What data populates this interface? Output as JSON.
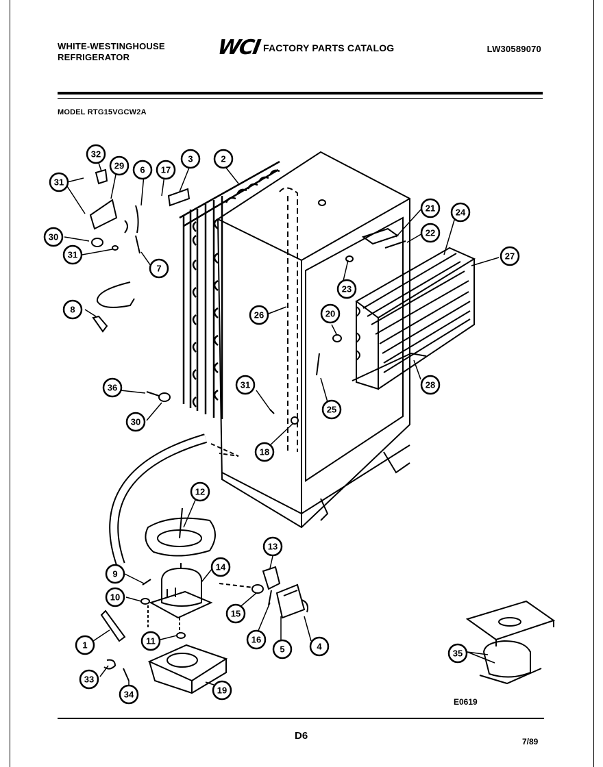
{
  "header": {
    "brand_line1": "WHITE-WESTINGHOUSE",
    "brand_line2": "REFRIGERATOR",
    "logo": "WCI",
    "catalog_title": "FACTORY PARTS CATALOG",
    "catalog_number": "LW30589070",
    "model": "MODEL RTG15VGCW2A"
  },
  "diagram": {
    "code": "E0619",
    "callouts": [
      "32",
      "29",
      "6",
      "17",
      "3",
      "2",
      "31",
      "30",
      "31",
      "7",
      "8",
      "21",
      "22",
      "24",
      "27",
      "23",
      "26",
      "20",
      "28",
      "36",
      "31",
      "30",
      "25",
      "18",
      "12",
      "13",
      "9",
      "14",
      "10",
      "15",
      "16",
      "5",
      "4",
      "1",
      "11",
      "35",
      "33",
      "34",
      "19"
    ]
  },
  "footer": {
    "page": "D6",
    "date": "7/89"
  }
}
